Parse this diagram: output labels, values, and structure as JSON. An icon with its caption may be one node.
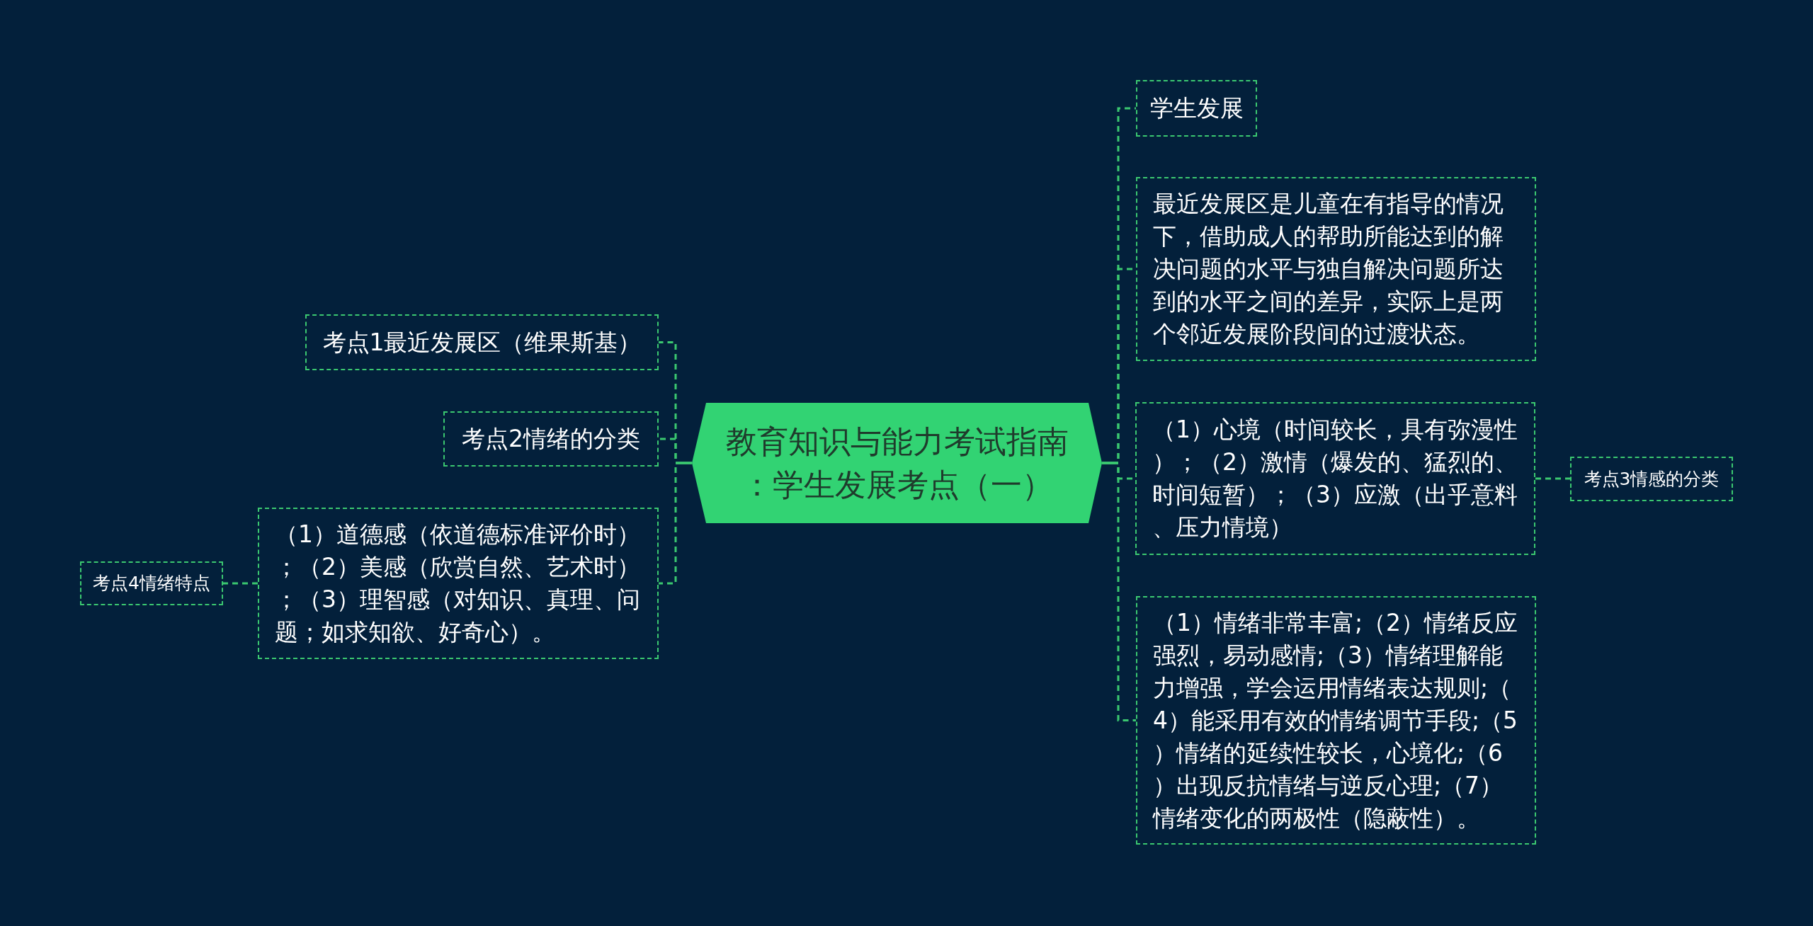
{
  "diagram": {
    "nodes": [
      {
        "text": [
          "教育知识与能力考试指南：学生发展考点（一）"
        ]
      },
      {
        "text": [
          "考点1最近发展区（维果斯基）"
        ]
      },
      {
        "text": [
          "考点2情绪的分类"
        ]
      },
      {
        "text": [
          "（1）道德感（依道德标准评价时）；（2）美感（欣赏自然、艺术时）；（3）理智感（对知识、真理、问题；如求知欲、好奇心）。"
        ]
      },
      {
        "text": [
          "考点4情绪特点"
        ]
      },
      {
        "text": [
          "学生发展"
        ]
      },
      {
        "text": [
          "最近发展区是儿童在有指导的情况下，借助成人的帮助所能达到的解决问题的水平与独自解决问题所达到的水平之间的差异，实际上是两个邻近发展阶段间的过渡状态。"
        ]
      },
      {
        "text": [
          "（1）心境（时间较长，具有弥漫性）；（2）激情（爆发的、猛烈的、时间短暂）；（3）应激（出乎意料、压力情境）"
        ]
      },
      {
        "text": [
          "考点3情感的分类"
        ]
      },
      {
        "text": [
          "（1）情绪非常丰富;（2）情绪反应强烈，易动感情;（3）情绪理解能力增强，学会运用情绪表达规则;（4）能采用有效的情绪调节手段;（5）情绪的延续性较长，心境化;（6）出现反抗情绪与逆反心理;（7）情绪变化的两极性（隐蔽性）。"
        ]
      }
    ],
    "edges": [
      {
        "from": 0,
        "to": 1,
        "arrow": "none"
      },
      {
        "from": 0,
        "to": 2,
        "arrow": "none"
      },
      {
        "from": 0,
        "to": 3,
        "arrow": "none"
      },
      {
        "from": 3,
        "to": 4,
        "arrow": "none"
      },
      {
        "from": 0,
        "to": 5,
        "arrow": "none"
      },
      {
        "from": 0,
        "to": 6,
        "arrow": "none"
      },
      {
        "from": 0,
        "to": 7,
        "arrow": "none"
      },
      {
        "from": 7,
        "to": 8,
        "arrow": "none"
      },
      {
        "from": 0,
        "to": 9,
        "arrow": "none"
      }
    ]
  }
}
